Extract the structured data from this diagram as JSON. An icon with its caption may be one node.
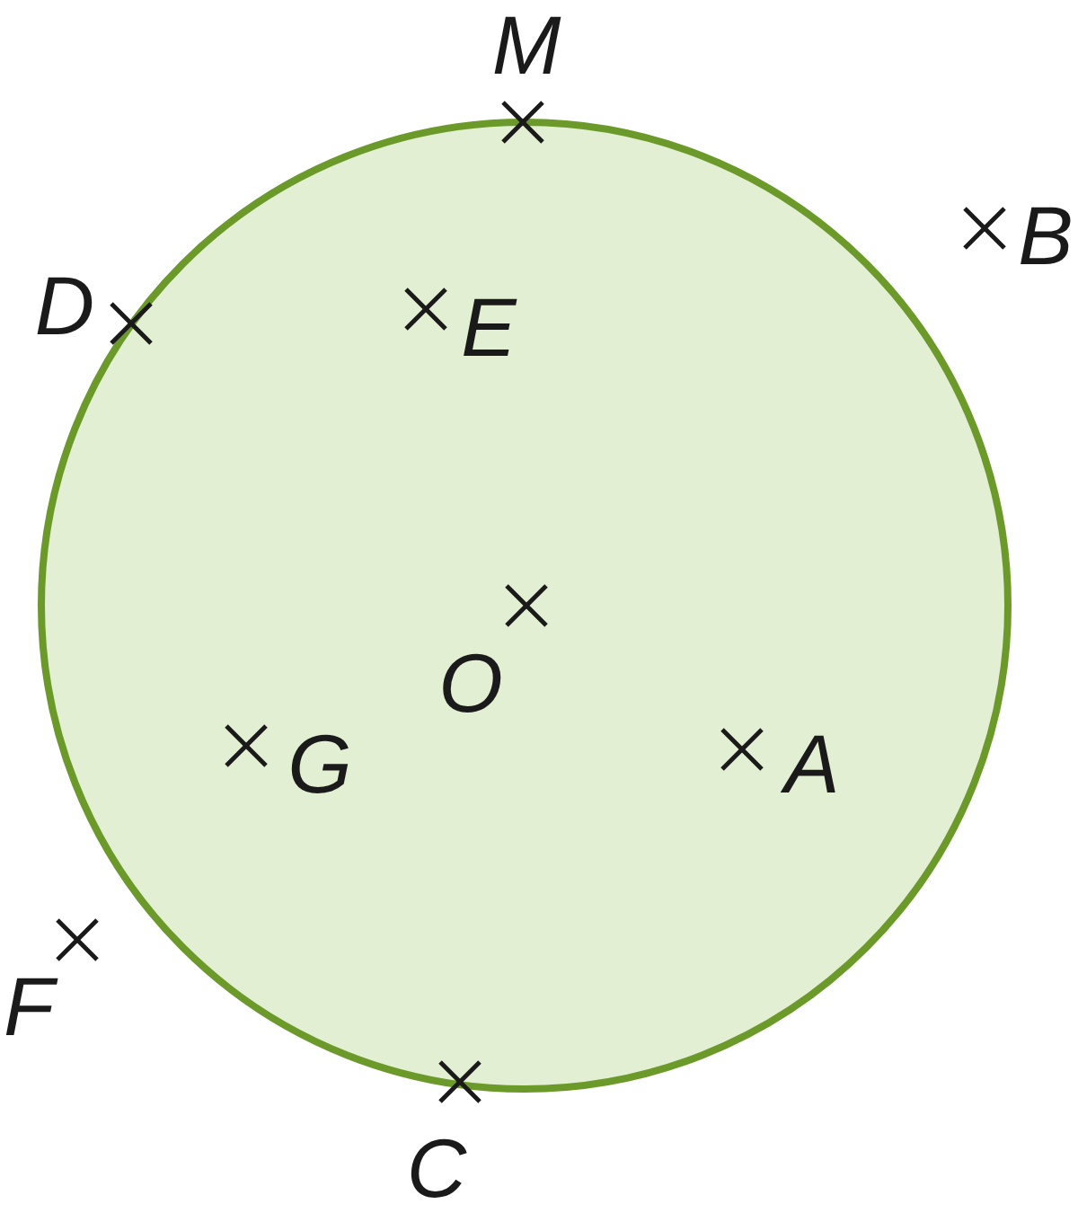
{
  "diagram": {
    "labels": [
      "M",
      "B",
      "D",
      "E",
      "O",
      "G",
      "A",
      "F",
      "C"
    ]
  }
}
